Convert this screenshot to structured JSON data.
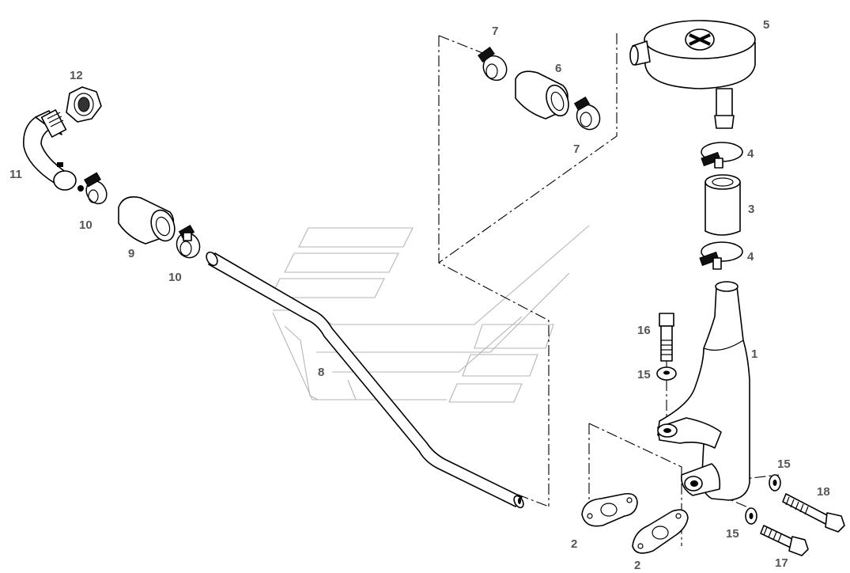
{
  "labels": {
    "l1": "1",
    "l2a": "2",
    "l2b": "2",
    "l3": "3",
    "l4a": "4",
    "l4b": "4",
    "l5": "5",
    "l6": "6",
    "l7a": "7",
    "l7b": "7",
    "l8": "8",
    "l9": "9",
    "l10a": "10",
    "l10b": "10",
    "l11": "11",
    "l12": "12",
    "l15a": "15",
    "l15b": "15",
    "l15c": "15",
    "l16": "16",
    "l17": "17",
    "l18": "18"
  }
}
